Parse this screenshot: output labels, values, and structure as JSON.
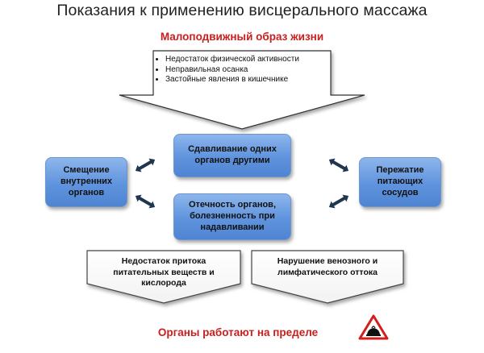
{
  "title": "Показания к применению висцерального массажа",
  "top_heading": "Малоподвижный  образ жизни",
  "top_bullets": [
    "Недостаток физической активности",
    "Неправильная осанка",
    "Застойные явления в кишечнике"
  ],
  "boxes": {
    "compression": "Сдавливание одних органов другими",
    "swelling": "Отечность органов, болезненность при надавливании",
    "displacement": "Смещение внутренних органов",
    "vessels": "Пережатие питающих сосудов"
  },
  "bottom_left": "Недостаток притока питательных веществ и кислорода",
  "bottom_right": "Нарушение венозного и лимфатического оттока",
  "footer": "Органы работают на пределе",
  "colors": {
    "accent_red": "#c81e1e",
    "box_blue": "#6295de",
    "arrow_dark": "#1f3550"
  },
  "icons": [
    "warning-sign-icon",
    "double-arrow-icon"
  ]
}
